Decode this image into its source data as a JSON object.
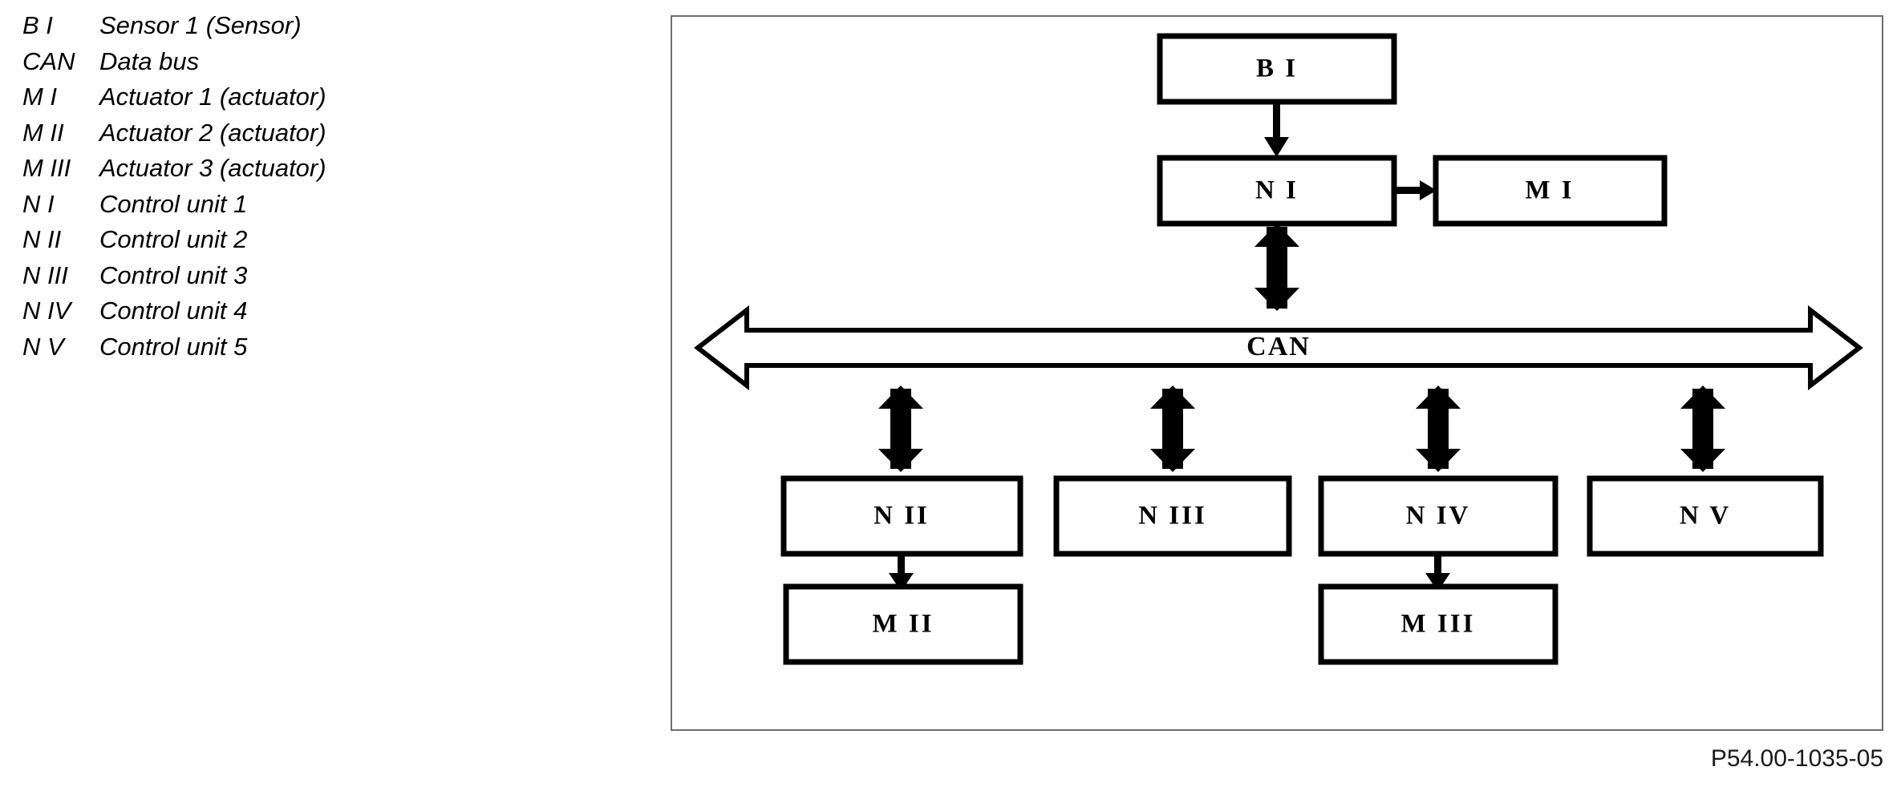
{
  "legend": {
    "items": [
      {
        "code": "B I",
        "desc": "Sensor 1 (Sensor)"
      },
      {
        "code": "CAN",
        "desc": "Data bus"
      },
      {
        "code": "M I",
        "desc": "Actuator 1 (actuator)"
      },
      {
        "code": "M II",
        "desc": "Actuator 2 (actuator)"
      },
      {
        "code": "M III",
        "desc": "Actuator 3 (actuator)"
      },
      {
        "code": "N I",
        "desc": "Control unit 1"
      },
      {
        "code": "N II",
        "desc": "Control unit 2"
      },
      {
        "code": "N III",
        "desc": "Control unit 3"
      },
      {
        "code": "N IV",
        "desc": "Control unit 4"
      },
      {
        "code": "N V",
        "desc": "Control unit 5"
      }
    ]
  },
  "diagram": {
    "bus_label": "CAN",
    "blocks": {
      "sensor_1": "B I",
      "control_unit_1": "N I",
      "actuator_1": "M I",
      "control_unit_2": "N II",
      "control_unit_3": "N III",
      "control_unit_4": "N IV",
      "control_unit_5": "N V",
      "actuator_2": "M II",
      "actuator_3": "M III"
    }
  },
  "caption": {
    "reference": "P54.00-1035-05"
  },
  "colors": {
    "stroke": "#000000",
    "panel_border": "#6e6e6e",
    "background": "#ffffff",
    "caption_text": "#1a1a1a"
  }
}
